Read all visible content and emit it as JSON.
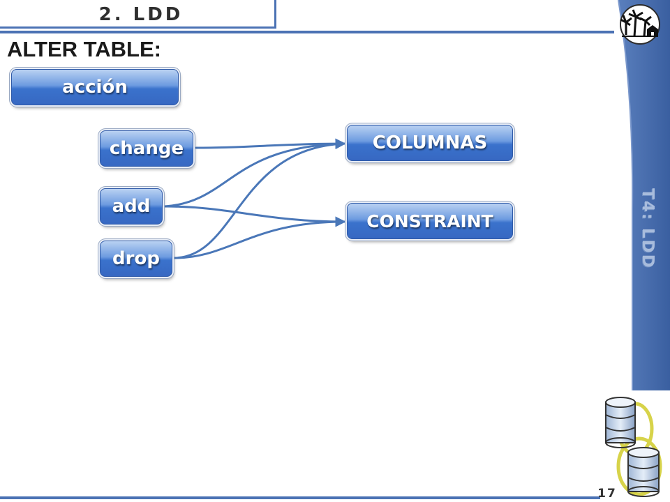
{
  "header": {
    "section": "2. LDD",
    "title": "ALTER TABLE:"
  },
  "sidebar": {
    "label": "T4: LDD",
    "logo_icon": "palm-trees-house-icon",
    "database_icon": "database-cylinders-icon"
  },
  "diagram": {
    "heading": "acción",
    "actions": [
      "change",
      "add",
      "drop"
    ],
    "targets": [
      "COLUMNAS",
      "CONSTRAINT"
    ]
  },
  "footer": {
    "page_number": "17"
  },
  "colors": {
    "accent": "#4b72b4",
    "pill": "#3a72cc",
    "connector": "#4a77b8"
  }
}
